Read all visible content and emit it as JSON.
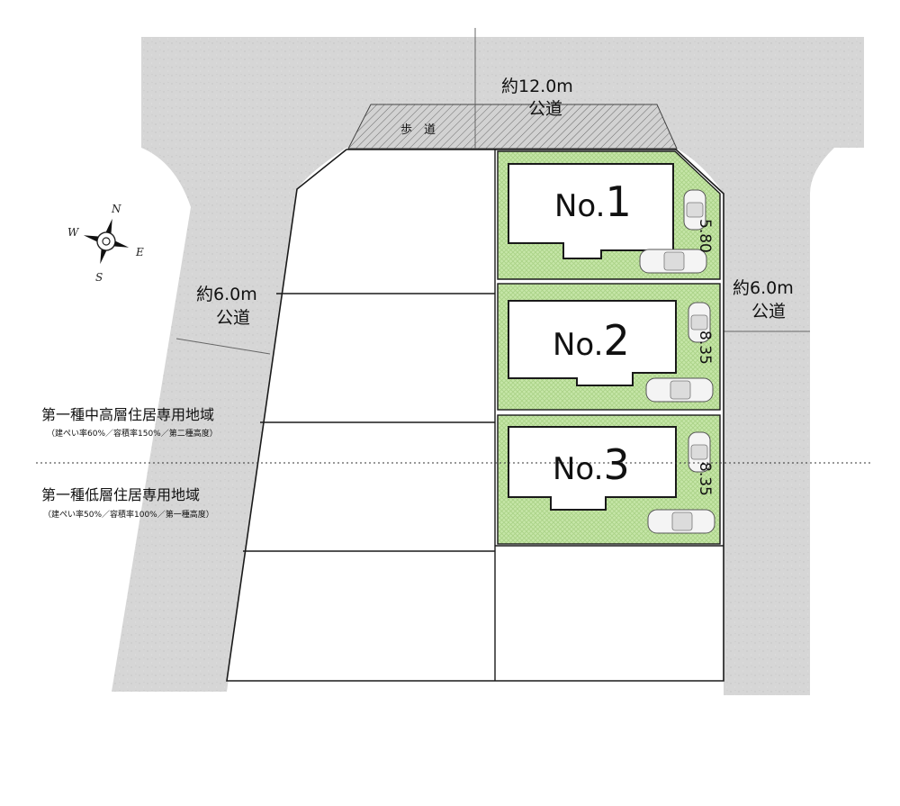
{
  "roads": {
    "north": {
      "width": "約12.0m",
      "type": "公道"
    },
    "west": {
      "width": "約6.0m",
      "type": "公道"
    },
    "east": {
      "width": "約6.0m",
      "type": "公道"
    },
    "sidewalk": "歩　道"
  },
  "compass": {
    "north": "N",
    "south": "S",
    "east": "E",
    "west": "W"
  },
  "lots": [
    {
      "prefix": "No.",
      "number": "1",
      "frontage": "5.80"
    },
    {
      "prefix": "No.",
      "number": "2",
      "frontage": "8.35"
    },
    {
      "prefix": "No.",
      "number": "3",
      "frontage": "8.35"
    }
  ],
  "zones": {
    "upper": {
      "name": "第一種中高層住居専用地域",
      "note": "（建ぺい率60%／容積率150%／第二種高度）"
    },
    "lower": {
      "name": "第一種低層住居専用地域",
      "note": "（建ぺい率50%／容積率100%／第一種高度）"
    }
  },
  "colors": {
    "road": "#d6d6d6",
    "lot_green": "#c6e6a8",
    "line": "#1a1a1a",
    "building": "#ffffff"
  }
}
